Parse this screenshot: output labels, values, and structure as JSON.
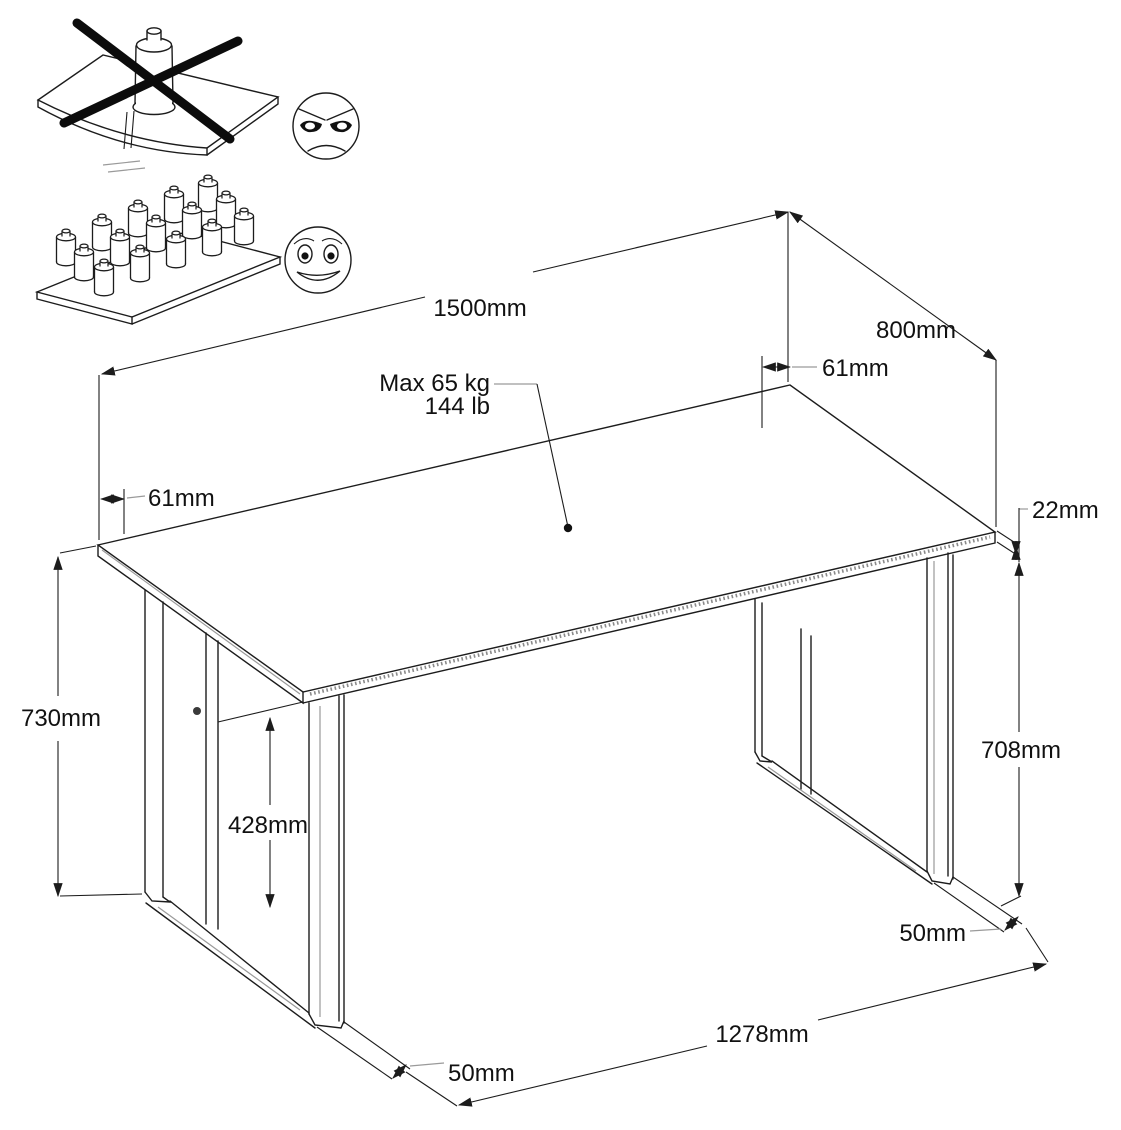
{
  "diagram": {
    "type": "furniture-assembly-dimension-drawing",
    "subject": "desk-with-o-frame-legs",
    "colors": {
      "line": "#1c1c1c",
      "leader_gray": "#9a9a9a",
      "background": "#ffffff"
    },
    "warning_figures": {
      "dont": {
        "icon": "single-heavy-weight-crossed-out",
        "face_icon": "angry-face"
      },
      "do": {
        "icon": "many-small-weights-distributed",
        "face_icon": "smiley-face"
      }
    },
    "labels": {
      "length": "1500mm",
      "depth": "800mm",
      "offset_top_right": "61mm",
      "offset_left": "61mm",
      "top_thickness": "22mm",
      "max_load_line1": "Max 65 kg",
      "max_load_line2": "144 lb",
      "total_height": "730mm",
      "inner_clearance": "428mm",
      "leg_height": "708mm",
      "foot_width_left": "50mm",
      "foot_width_right": "50mm",
      "leg_span": "1278mm"
    }
  }
}
